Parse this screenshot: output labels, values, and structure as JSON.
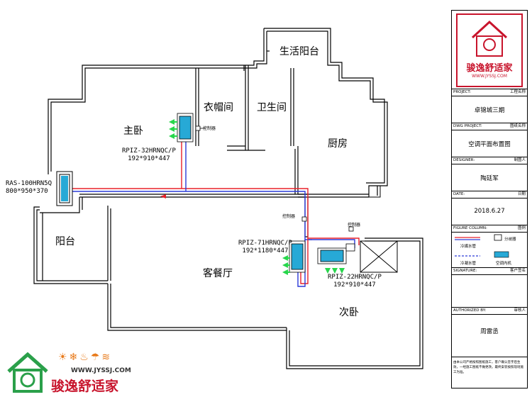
{
  "rooms": {
    "master_bedroom": "主卧",
    "cloakroom": "衣帽间",
    "bathroom": "卫生间",
    "utility_balcony": "生活阳台",
    "kitchen": "厨房",
    "balcony": "阳台",
    "living_dining": "客餐厅",
    "second_bedroom": "次卧"
  },
  "units": {
    "outdoor": {
      "model": "RAS-100HRN5Q",
      "size": "800*950*370"
    },
    "master": {
      "model": "RPIZ-32HRNQC/P",
      "size": "192*910*447"
    },
    "living": {
      "model": "RPIZ-71HRNQC/P",
      "size": "192*1180*447"
    },
    "second": {
      "model": "RPIZ-22HRNQC/P",
      "size": "192*910*447"
    }
  },
  "controller_label": "控制器",
  "title_block": {
    "project_label": "PROJECT:",
    "project_cn_label": "工程名称",
    "project_value": "卓锦城三期",
    "dwg_label": "DWG PROJECT:",
    "dwg_cn_label": "图纸名称",
    "dwg_value": "空调平面布置图",
    "designer_label": "DESIGNER:",
    "designer_cn_label": "制图人",
    "designer_value": "陶廷军",
    "date_label": "DATE:",
    "date_cn_label": "日期",
    "date_value": "2018.6.27",
    "figure_label": "FIGURE COLUMN:",
    "figure_cn_label": "图例",
    "legend": {
      "refrigerant": "冷媒水管",
      "divider": "分歧器",
      "condensate": "冷凝水管",
      "indoor_unit": "空调内机"
    },
    "signature_label": "SIGNATURE:",
    "signature_cn_label": "客户签名",
    "authorized_label": "AUTHORIZED BY:",
    "authorized_cn_label": "审核人",
    "authorized_value": "周雷丞",
    "footer_note": "由本公司严格按照图纸施工，客户确认签字后生效，一经施工图纸不做更改。最终安装按照现场施工为准。"
  },
  "logo": {
    "brand": "骏逸舒适家",
    "url": "WWW.JYSSJ.COM",
    "small_url": "WWW.JYSSJ.COM"
  },
  "colors": {
    "pipe_red": "#e8202a",
    "pipe_blue": "#2a3ad8",
    "unit_cyan": "#27a9d6",
    "arrow_green": "#27d64b",
    "logo_red": "#c8142c",
    "logo_green": "#2aa04a"
  }
}
